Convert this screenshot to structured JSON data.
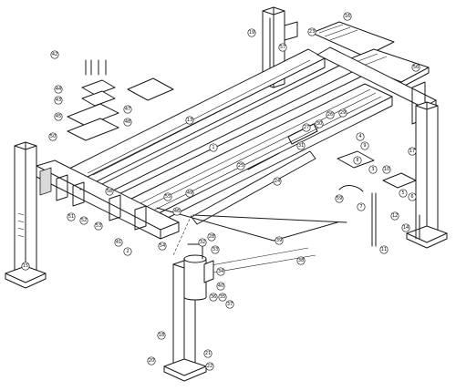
{
  "diagram": {
    "callouts": [
      {
        "id": "c1",
        "label": "1"
      },
      {
        "id": "c2",
        "label": "2"
      },
      {
        "id": "c3",
        "label": "3"
      },
      {
        "id": "c4",
        "label": "4"
      },
      {
        "id": "c5",
        "label": "5"
      },
      {
        "id": "c6",
        "label": "6"
      },
      {
        "id": "c7",
        "label": "7"
      },
      {
        "id": "c8",
        "label": "8"
      },
      {
        "id": "c9",
        "label": "9"
      },
      {
        "id": "c10",
        "label": "10"
      },
      {
        "id": "c11",
        "label": "11"
      },
      {
        "id": "c12",
        "label": "12"
      },
      {
        "id": "c13",
        "label": "13"
      },
      {
        "id": "c14",
        "label": "14"
      },
      {
        "id": "c15",
        "label": "15"
      },
      {
        "id": "c16",
        "label": "16"
      },
      {
        "id": "c17",
        "label": "17"
      },
      {
        "id": "c18",
        "label": "18"
      },
      {
        "id": "c19",
        "label": "19"
      },
      {
        "id": "c20",
        "label": "20"
      },
      {
        "id": "c21",
        "label": "21"
      },
      {
        "id": "c22",
        "label": "22"
      },
      {
        "id": "c23",
        "label": "23"
      },
      {
        "id": "c24",
        "label": "24"
      },
      {
        "id": "c25",
        "label": "25"
      },
      {
        "id": "c26",
        "label": "26"
      },
      {
        "id": "c27",
        "label": "27"
      },
      {
        "id": "c28",
        "label": "28"
      },
      {
        "id": "c29",
        "label": "29"
      },
      {
        "id": "c30",
        "label": "30"
      },
      {
        "id": "c31",
        "label": "31"
      },
      {
        "id": "c32",
        "label": "32"
      },
      {
        "id": "c33",
        "label": "33"
      },
      {
        "id": "c34",
        "label": "34"
      },
      {
        "id": "c35",
        "label": "35"
      },
      {
        "id": "c36",
        "label": "36"
      },
      {
        "id": "c37",
        "label": "37"
      },
      {
        "id": "c38",
        "label": "38"
      },
      {
        "id": "c39",
        "label": "39"
      },
      {
        "id": "c40",
        "label": "40"
      },
      {
        "id": "c41",
        "label": "41"
      },
      {
        "id": "c42",
        "label": "42"
      },
      {
        "id": "c43",
        "label": "43"
      },
      {
        "id": "c44",
        "label": "44"
      },
      {
        "id": "c45",
        "label": "45"
      },
      {
        "id": "c46",
        "label": "46"
      },
      {
        "id": "c47",
        "label": "47"
      },
      {
        "id": "c48",
        "label": "48"
      },
      {
        "id": "c49",
        "label": "49"
      },
      {
        "id": "c50",
        "label": "50"
      },
      {
        "id": "c51",
        "label": "51"
      },
      {
        "id": "c52",
        "label": "52"
      },
      {
        "id": "c53",
        "label": "53"
      },
      {
        "id": "c54",
        "label": "54"
      },
      {
        "id": "c55",
        "label": "55"
      },
      {
        "id": "c56",
        "label": "56"
      },
      {
        "id": "c57",
        "label": "57"
      },
      {
        "id": "c58",
        "label": "58"
      },
      {
        "id": "c59",
        "label": "59"
      }
    ]
  }
}
